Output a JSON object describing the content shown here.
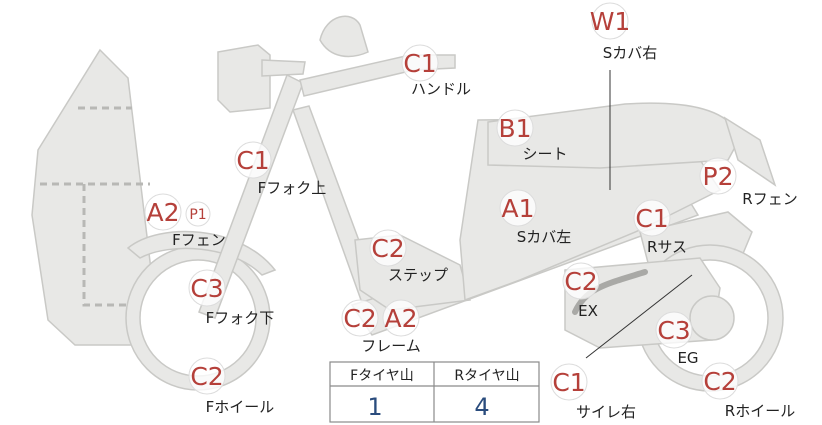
{
  "parts": [
    {
      "id": "handle",
      "grade": "C1",
      "label": "ハンドル"
    },
    {
      "id": "s-cover-right",
      "grade": "W1",
      "label": "Sカバ右"
    },
    {
      "id": "seat",
      "grade": "B1",
      "label": "シート"
    },
    {
      "id": "f-fork-upper",
      "grade": "C1",
      "label": "Fフォク上"
    },
    {
      "id": "r-fender",
      "grade": "P2",
      "label": "Rフェン"
    },
    {
      "id": "f-fender",
      "grade": "A2",
      "grade_sub": "P1",
      "label": "Fフェン"
    },
    {
      "id": "s-cover-left",
      "grade": "A1",
      "label": "Sカバ左"
    },
    {
      "id": "r-suspension",
      "grade": "C1",
      "label": "Rサス"
    },
    {
      "id": "step",
      "grade": "C2",
      "label": "ステップ"
    },
    {
      "id": "exhaust",
      "grade": "C2",
      "label": "EX"
    },
    {
      "id": "f-fork-lower",
      "grade": "C3",
      "label": "Fフォク下"
    },
    {
      "id": "frame",
      "grade": "C2",
      "grade2": "A2",
      "label": "フレーム"
    },
    {
      "id": "engine",
      "grade": "C3",
      "label": "EG"
    },
    {
      "id": "f-wheel",
      "grade": "C2",
      "label": "Fホイール"
    },
    {
      "id": "muffler-right",
      "grade": "C1",
      "label": "サイレ右"
    },
    {
      "id": "r-wheel",
      "grade": "C2",
      "label": "Rホイール"
    }
  ],
  "tread": {
    "headers": [
      "Fタイヤ山",
      "Rタイヤ山"
    ],
    "values": [
      "1",
      "4"
    ]
  },
  "colors": {
    "grade": "#b5403a",
    "tread_value": "#2a4c7d",
    "part_fill": "#e8e8e6",
    "part_stroke": "#c9c9c6"
  }
}
